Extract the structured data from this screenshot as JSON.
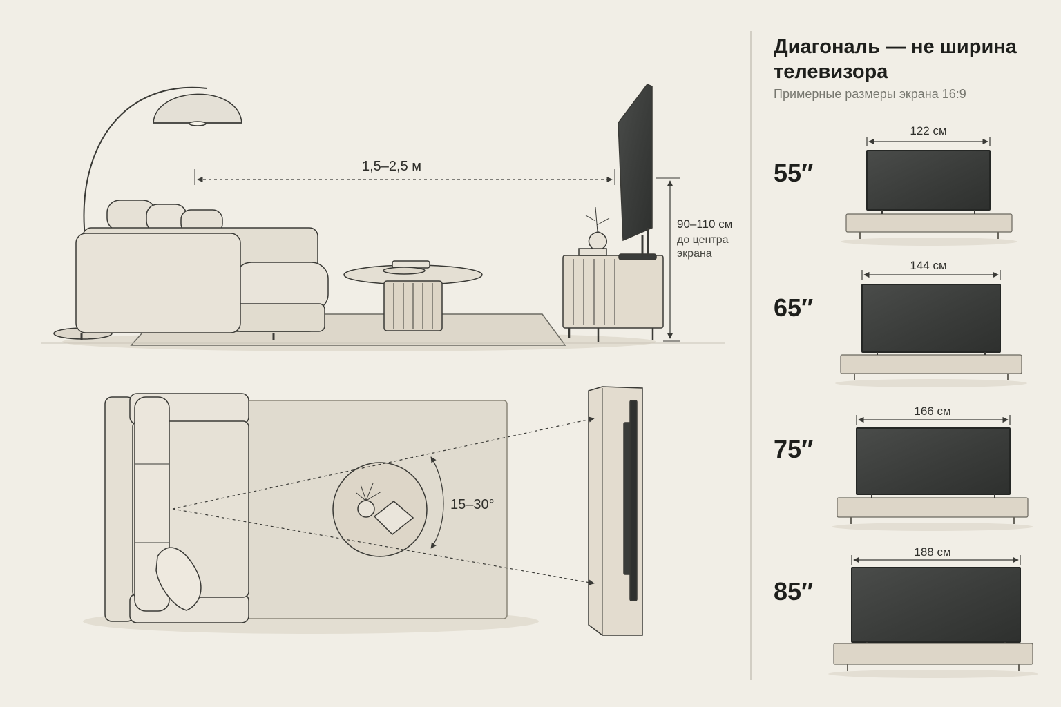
{
  "panel": {
    "title": "Диагональ — не ширина телевизора",
    "subtitle": "Примерные размеры экрана 16:9"
  },
  "tv_sizes": [
    {
      "diagonal": "55″",
      "width": "122 см"
    },
    {
      "diagonal": "65″",
      "width": "144 см"
    },
    {
      "diagonal": "75″",
      "width": "166 см"
    },
    {
      "diagonal": "85″",
      "width": "188 см"
    }
  ],
  "side_view": {
    "distance_label": "1,5–2,5 м",
    "height_label": "90–110 см",
    "height_note_line1": "до центра",
    "height_note_line2": "экрана"
  },
  "top_view": {
    "angle_label": "15–30°"
  },
  "colors": {
    "background": "#f1eee6",
    "line": "#3a3a36",
    "screen": "#3b3d3b",
    "furniture": "#e6e1d6",
    "wood": "#ddd6c8"
  }
}
